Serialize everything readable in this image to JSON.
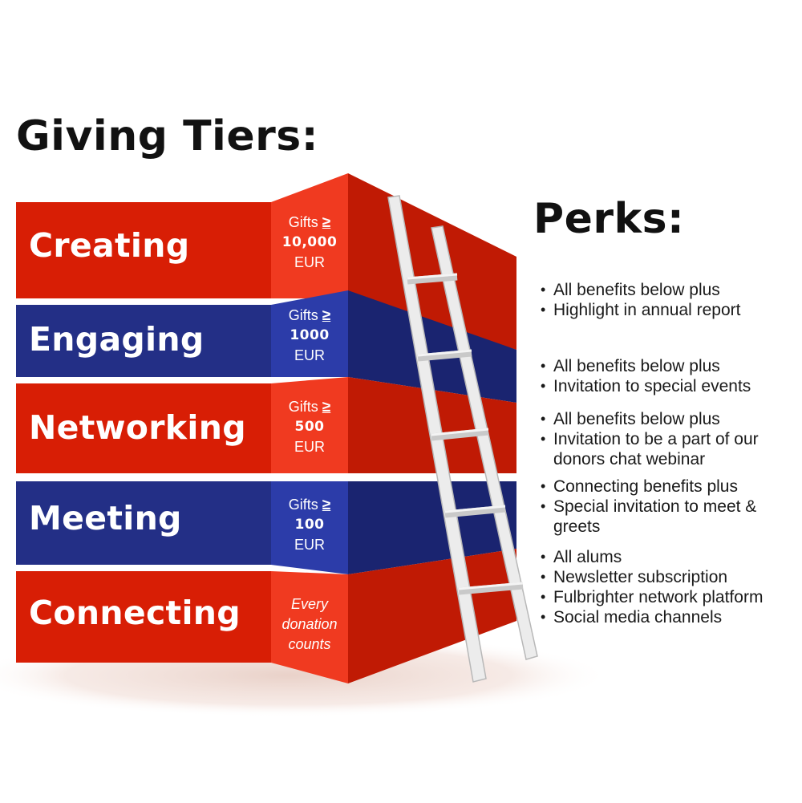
{
  "title": "Giving Tiers:",
  "perks_title": "Perks:",
  "colors": {
    "red": "#d81e05",
    "red_light": "#f03a20",
    "blue": "#232f86",
    "blue_light": "#2c3ca9",
    "ladder": "#dcdcdc"
  },
  "tiers": [
    {
      "name": "Creating",
      "gift_prefix": "Gifts",
      "gift_symbol": "≥",
      "gift_amount": "10,000",
      "gift_unit": "EUR",
      "color": "red"
    },
    {
      "name": "Engaging",
      "gift_prefix": "Gifts",
      "gift_symbol": "≥",
      "gift_amount": "1000",
      "gift_unit": "EUR",
      "color": "blue"
    },
    {
      "name": "Networking",
      "gift_prefix": "Gifts",
      "gift_symbol": "≥",
      "gift_amount": "500",
      "gift_unit": "EUR",
      "color": "red"
    },
    {
      "name": "Meeting",
      "gift_prefix": "Gifts",
      "gift_symbol": "≥",
      "gift_amount": "100",
      "gift_unit": "EUR",
      "color": "blue"
    },
    {
      "name": "Connecting",
      "gift_text": [
        "Every",
        "donation",
        "counts"
      ],
      "color": "red"
    }
  ],
  "perks": [
    [
      "All benefits below plus",
      "Highlight in annual report"
    ],
    [
      "All benefits below plus",
      "Invitation to special events"
    ],
    [
      "All benefits below plus",
      "Invitation to be a part of our donors chat webinar"
    ],
    [
      "Connecting benefits plus",
      "Special invitation to meet & greets"
    ],
    [
      "All alums",
      "Newsletter subscription",
      "Fulbrighter network platform",
      "Social media channels"
    ]
  ]
}
